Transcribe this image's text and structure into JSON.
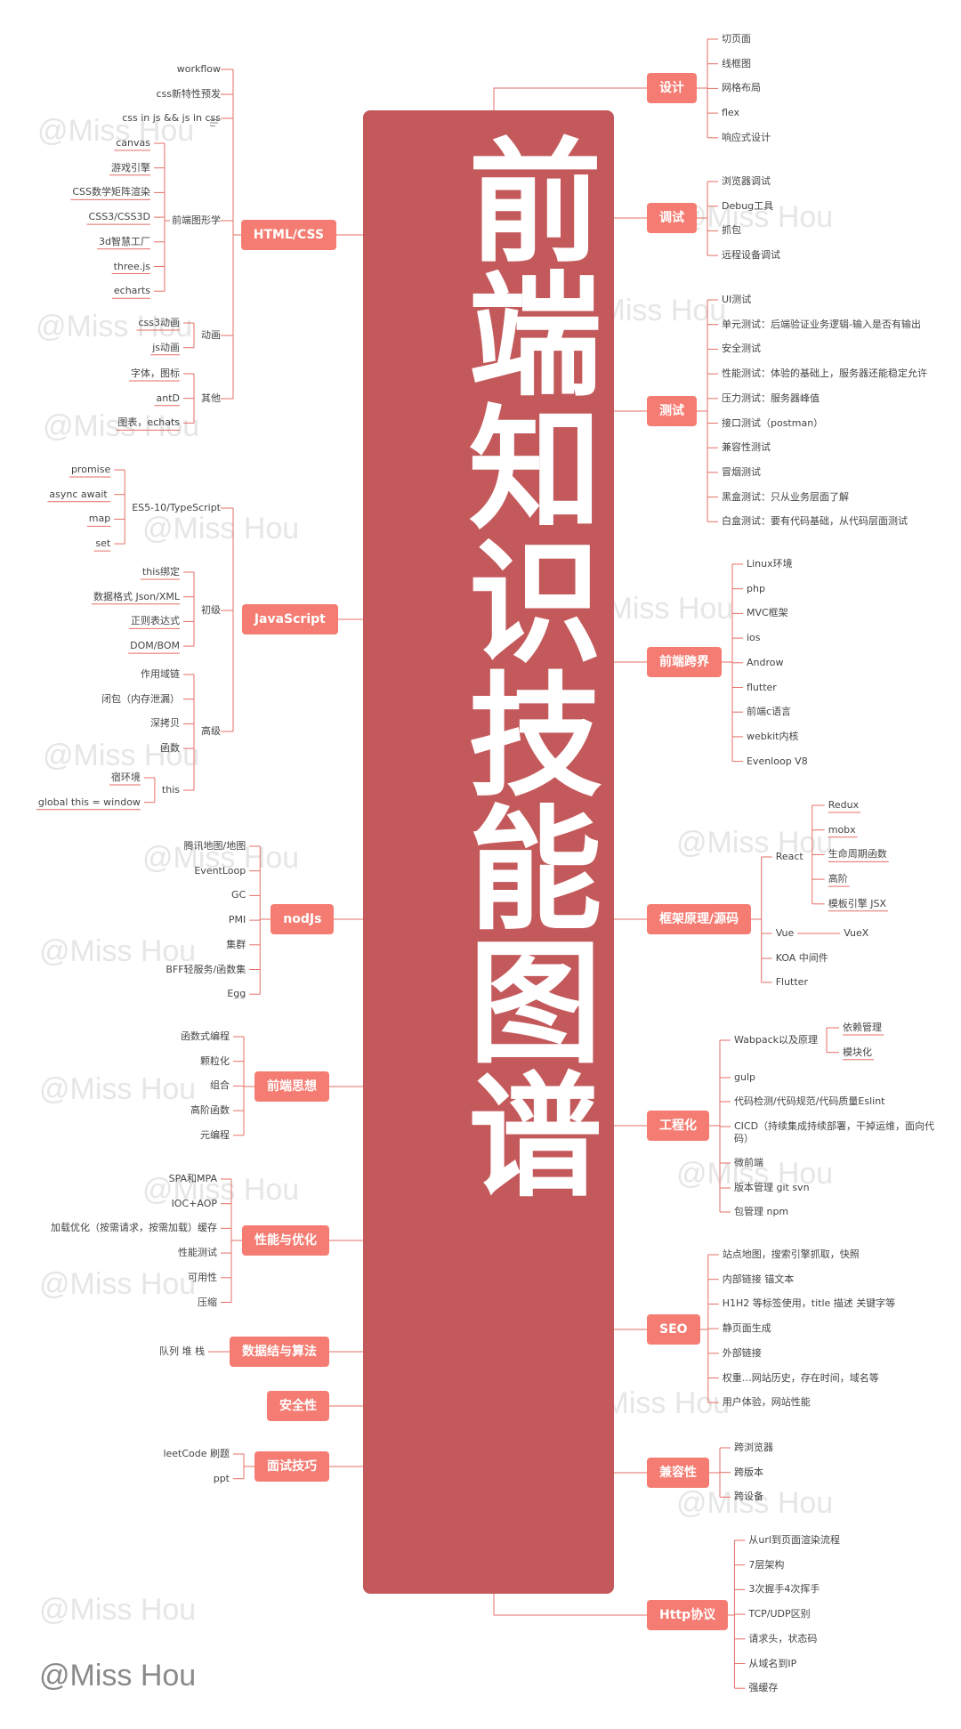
{
  "title": "前端知识技能图谱",
  "watermark": "@Miss Hou",
  "footer": "@Miss Hou",
  "colors": {
    "center": "#c4595b",
    "branch": "#f47c72",
    "line": "#e46f66",
    "text": "#444444"
  },
  "left_branches": [
    {
      "label": "HTML/CSS",
      "children": [
        {
          "label": "workflow"
        },
        {
          "label": "css新特性预发"
        },
        {
          "label": "css in js && js in css",
          "icon": "notes-icon"
        },
        {
          "label": "前端图形学",
          "children": [
            {
              "label": "canvas"
            },
            {
              "label": "游戏引擎"
            },
            {
              "label": "CSS数学矩阵渲染"
            },
            {
              "label": "CSS3/CSS3D"
            },
            {
              "label": "3d智慧工厂"
            },
            {
              "label": "three.js"
            },
            {
              "label": "echarts"
            }
          ]
        },
        {
          "label": "动画",
          "children": [
            {
              "label": "css3动画"
            },
            {
              "label": "js动画"
            }
          ]
        },
        {
          "label": "其他",
          "children": [
            {
              "label": "字体，图标"
            },
            {
              "label": "antD"
            },
            {
              "label": "图表，echats"
            }
          ]
        }
      ]
    },
    {
      "label": "JavaScript",
      "children": [
        {
          "label": "ES5-10/TypeScript",
          "children": [
            {
              "label": "promise"
            },
            {
              "label": "async  await"
            },
            {
              "label": "map"
            },
            {
              "label": "set"
            }
          ]
        },
        {
          "label": "初级",
          "children": [
            {
              "label": "this绑定"
            },
            {
              "label": "数据格式 Json/XML"
            },
            {
              "label": "正则表达式"
            },
            {
              "label": "DOM/BOM"
            }
          ]
        },
        {
          "label": "高级",
          "children": [
            {
              "label": "作用域链"
            },
            {
              "label": "闭包（内存泄漏）"
            },
            {
              "label": "深拷贝"
            },
            {
              "label": "函数"
            },
            {
              "label": "this",
              "children": [
                {
                  "label": "宿环境"
                },
                {
                  "label": "global this = window"
                }
              ]
            }
          ]
        }
      ]
    },
    {
      "label": "nodJs",
      "children": [
        {
          "label": "腾讯地图/地图"
        },
        {
          "label": "EventLoop"
        },
        {
          "label": "GC"
        },
        {
          "label": "PMI"
        },
        {
          "label": "集群"
        },
        {
          "label": "BFF轻服务/函数集"
        },
        {
          "label": "Egg"
        }
      ]
    },
    {
      "label": "前端思想",
      "children": [
        {
          "label": "函数式编程"
        },
        {
          "label": "颗粒化"
        },
        {
          "label": "组合"
        },
        {
          "label": "高阶函数"
        },
        {
          "label": "元编程"
        }
      ]
    },
    {
      "label": "性能与优化",
      "children": [
        {
          "label": "SPA和MPA"
        },
        {
          "label": "IOC+AOP"
        },
        {
          "label": "加载优化（按需请求，按需加载）缓存"
        },
        {
          "label": "性能测试"
        },
        {
          "label": "可用性"
        },
        {
          "label": "压缩"
        }
      ]
    },
    {
      "label": "数据结与算法",
      "children": [
        {
          "label": "队列 堆 栈"
        }
      ]
    },
    {
      "label": "安全性",
      "children": []
    },
    {
      "label": "面试技巧",
      "children": [
        {
          "label": "leetCode 刷题"
        },
        {
          "label": "ppt"
        }
      ]
    }
  ],
  "right_branches": [
    {
      "label": "设计",
      "children": [
        {
          "label": "切页面"
        },
        {
          "label": "线框图"
        },
        {
          "label": "网格布局"
        },
        {
          "label": "flex"
        },
        {
          "label": "响应式设计"
        }
      ]
    },
    {
      "label": "调试",
      "children": [
        {
          "label": "浏览器调试"
        },
        {
          "label": "Debug工具"
        },
        {
          "label": "抓包"
        },
        {
          "label": "远程设备调试"
        }
      ]
    },
    {
      "label": "测试",
      "children": [
        {
          "label": "UI测试"
        },
        {
          "label": "单元测试：后端验证业务逻辑-输入是否有输出"
        },
        {
          "label": "安全测试"
        },
        {
          "label": "性能测试：体验的基础上，服务器还能稳定允许"
        },
        {
          "label": "压力测试：服务器峰值"
        },
        {
          "label": "接口测试（postman）"
        },
        {
          "label": "兼容性测试"
        },
        {
          "label": "冒烟测试"
        },
        {
          "label": "黑盒测试：只从业务层面了解"
        },
        {
          "label": "白盒测试：要有代码基础，从代码层面测试"
        }
      ]
    },
    {
      "label": "前端跨界",
      "children": [
        {
          "label": "Linux环境"
        },
        {
          "label": "php"
        },
        {
          "label": "MVC框架"
        },
        {
          "label": "ios"
        },
        {
          "label": "Androw"
        },
        {
          "label": "flutter"
        },
        {
          "label": "前端c语言"
        },
        {
          "label": "webkit内核"
        },
        {
          "label": "Evenloop V8"
        }
      ]
    },
    {
      "label": "框架原理/源码",
      "children": [
        {
          "label": "React",
          "children": [
            {
              "label": "Redux"
            },
            {
              "label": "mobx"
            },
            {
              "label": "生命周期函数"
            },
            {
              "label": "高阶"
            },
            {
              "label": "模板引擎 JSX"
            }
          ]
        },
        {
          "label": "Vue",
          "children": [
            {
              "label": "VueX"
            }
          ]
        },
        {
          "label": "KOA  中间件"
        },
        {
          "label": "Flutter"
        }
      ]
    },
    {
      "label": "工程化",
      "children": [
        {
          "label": "Wabpack以及原理",
          "children": [
            {
              "label": "依赖管理"
            },
            {
              "label": "模块化"
            }
          ]
        },
        {
          "label": "gulp"
        },
        {
          "label": "代码检测/代码规范/代码质量Eslint"
        },
        {
          "label": "CICD（持续集成持续部署，干掉运维，面向代码）"
        },
        {
          "label": "微前端"
        },
        {
          "label": "版本管理 git svn"
        },
        {
          "label": "包管理 npm"
        }
      ]
    },
    {
      "label": "SEO",
      "children": [
        {
          "label": "站点地图，搜索引擎抓取，快照"
        },
        {
          "label": "内部链接 锚文本"
        },
        {
          "label": "H1H2 等标签使用，title 描述 关键字等"
        },
        {
          "label": "静页面生成"
        },
        {
          "label": "外部链接"
        },
        {
          "label": "权重…网站历史，存在时间，域名等"
        },
        {
          "label": "用户体验，网站性能"
        }
      ]
    },
    {
      "label": "兼容性",
      "children": [
        {
          "label": "跨浏览器"
        },
        {
          "label": "跨版本"
        },
        {
          "label": "跨设备"
        }
      ]
    },
    {
      "label": "Http协议",
      "children": [
        {
          "label": "从url到页面渲染流程"
        },
        {
          "label": "7层架构"
        },
        {
          "label": "3次握手4次挥手"
        },
        {
          "label": "TCP/UDP区别"
        },
        {
          "label": "请求头，状态码"
        },
        {
          "label": "从域名到IP"
        },
        {
          "label": "强缓存"
        }
      ]
    }
  ]
}
